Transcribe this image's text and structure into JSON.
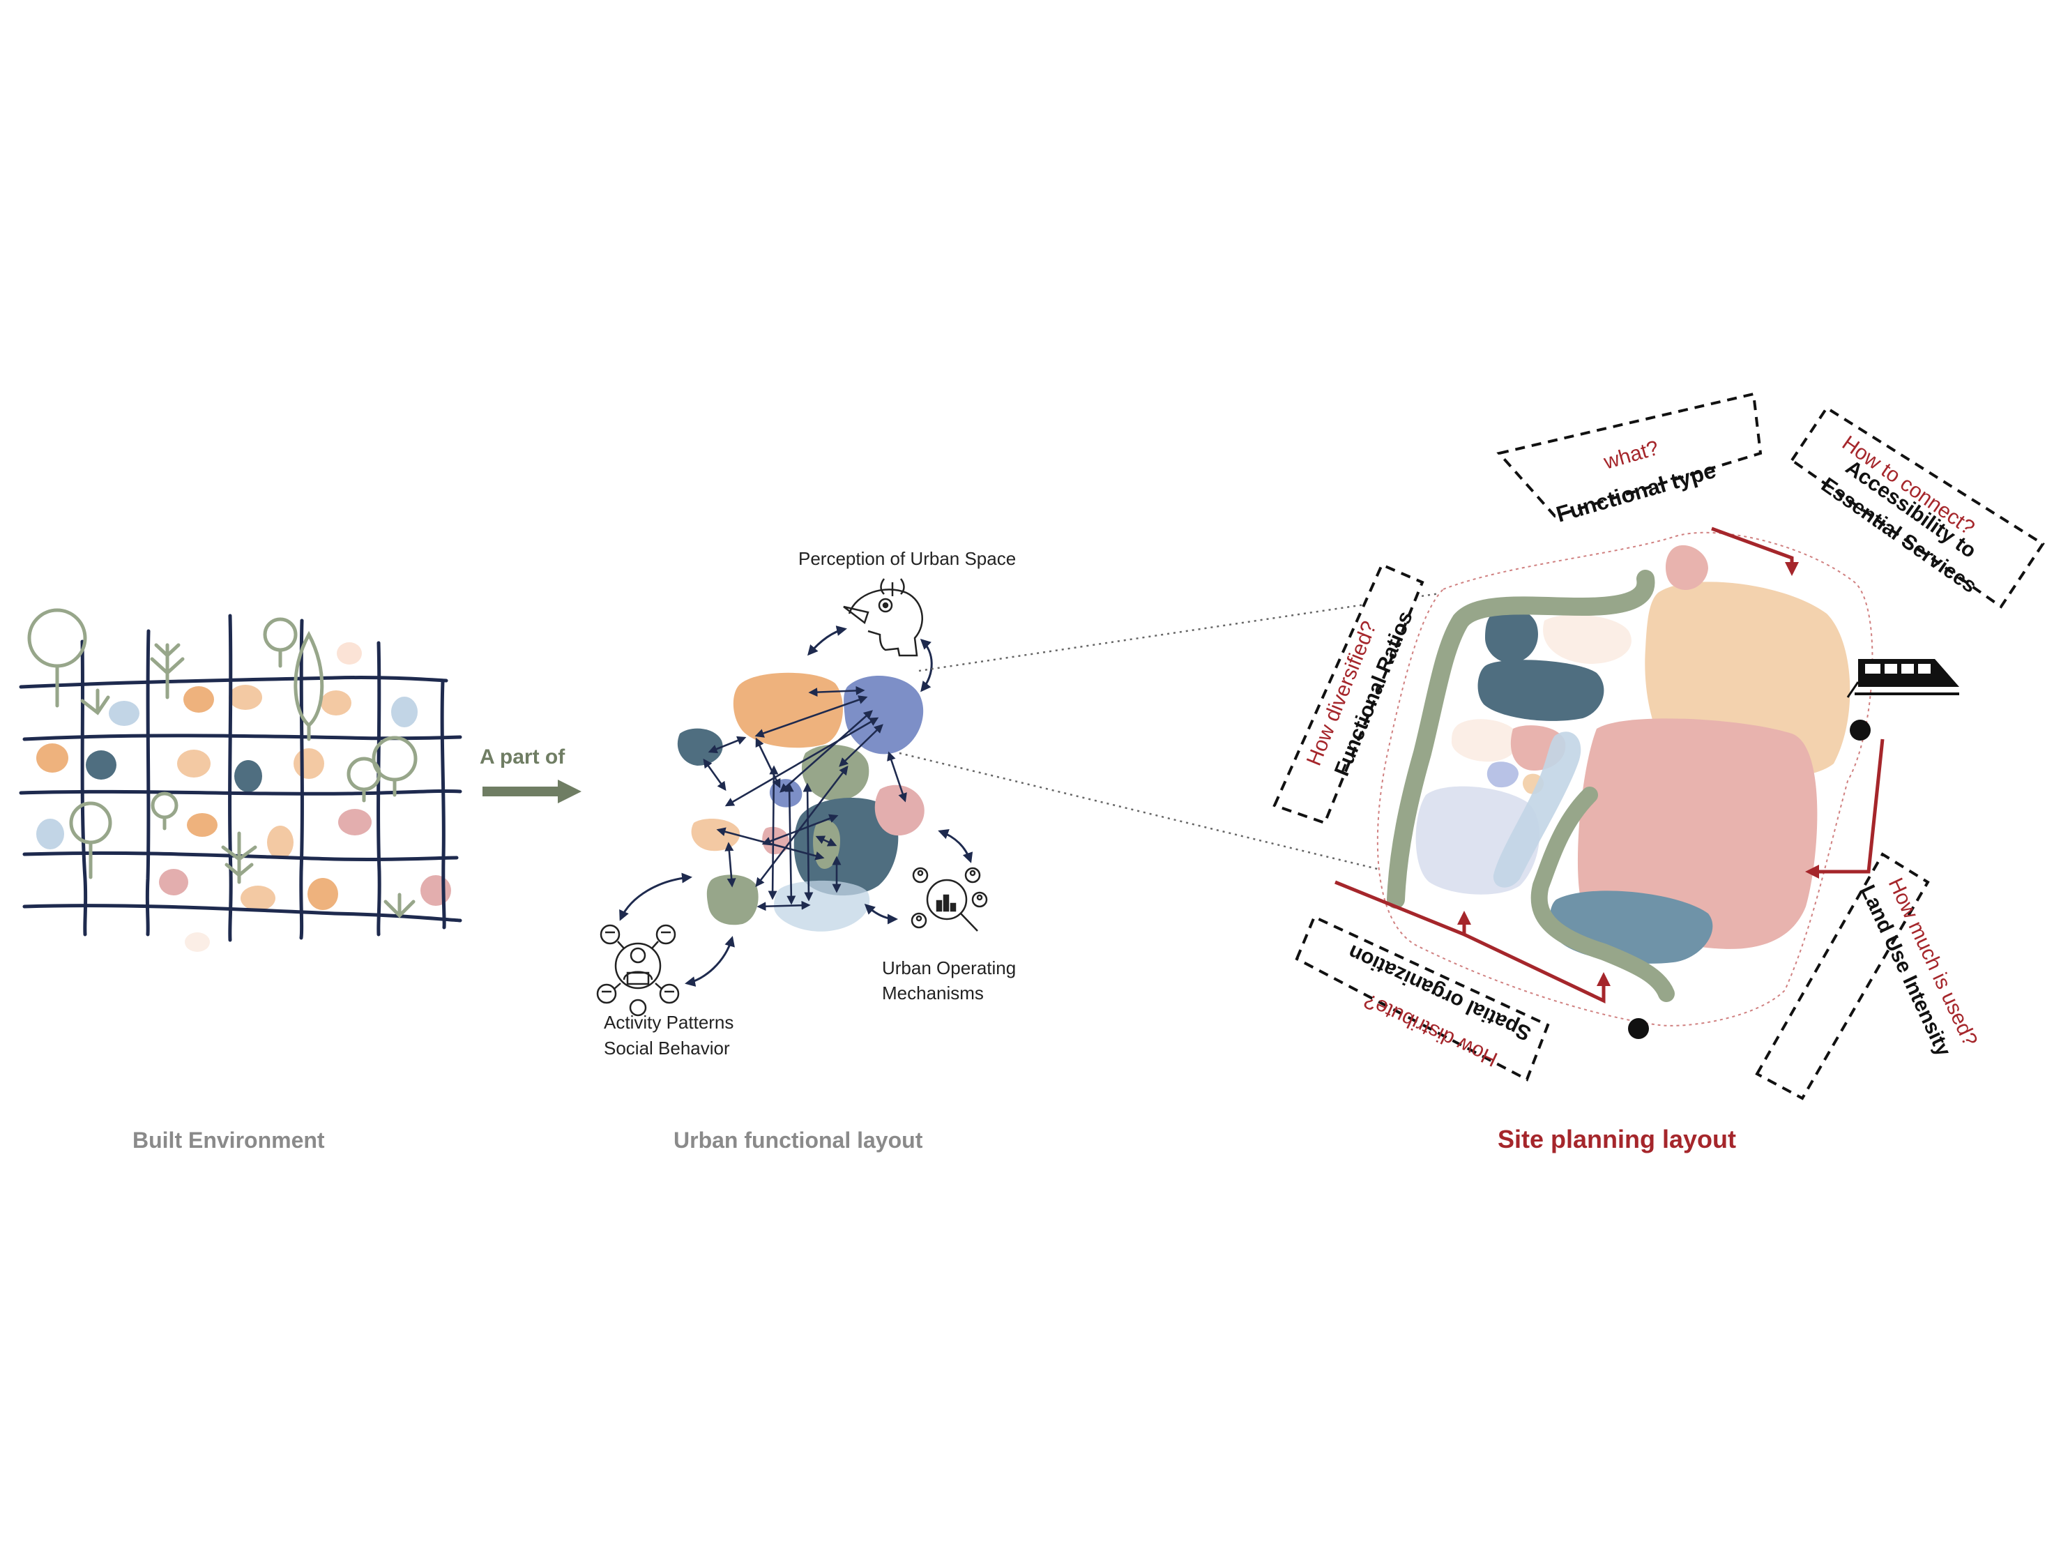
{
  "colors": {
    "navy": "#1e2a4e",
    "sage": "#97a68a",
    "sage_dark": "#6f7d63",
    "label_gray": "#8a8a8a",
    "accent_red": "#a5262b",
    "peach": "#f3c9a3",
    "orange": "#eeb27d",
    "pink": "#e3aeae",
    "pink_light": "#ebb8b5",
    "teal": "#4f6e80",
    "blue": "#7d8fc7",
    "light_blue": "#c2d5e6",
    "lavender": "#dde2f0",
    "cream": "#fbeee6"
  },
  "left_panel": {
    "caption": "Built Environment",
    "connector": "A part of"
  },
  "middle_panel": {
    "caption": "Urban functional layout",
    "labels": {
      "perception": "Perception of Urban Space",
      "mechanisms_line1": "Urban Operating",
      "mechanisms_line2": "Mechanisms",
      "activity_line1": "Activity Patterns",
      "activity_line2": "Social Behavior"
    },
    "icons": [
      "head-perception-icon",
      "people-network-icon",
      "search-analytics-icon"
    ]
  },
  "right_panel": {
    "caption": "Site planning layout",
    "boxes": {
      "what_q": "what?",
      "what_a": "Functional  type",
      "connect_q": "How to connect?",
      "connect_a1": "Accessibility to",
      "connect_a2": "Essential Services",
      "diversified_q": "How diversified?",
      "diversified_a": "Functional Ratios",
      "distribute_q": "How distribute?",
      "distribute_a": "Spatial organization",
      "used_q": "How much is used?",
      "used_a": "Land Use Intensity"
    },
    "icons": [
      "train-icon"
    ]
  }
}
